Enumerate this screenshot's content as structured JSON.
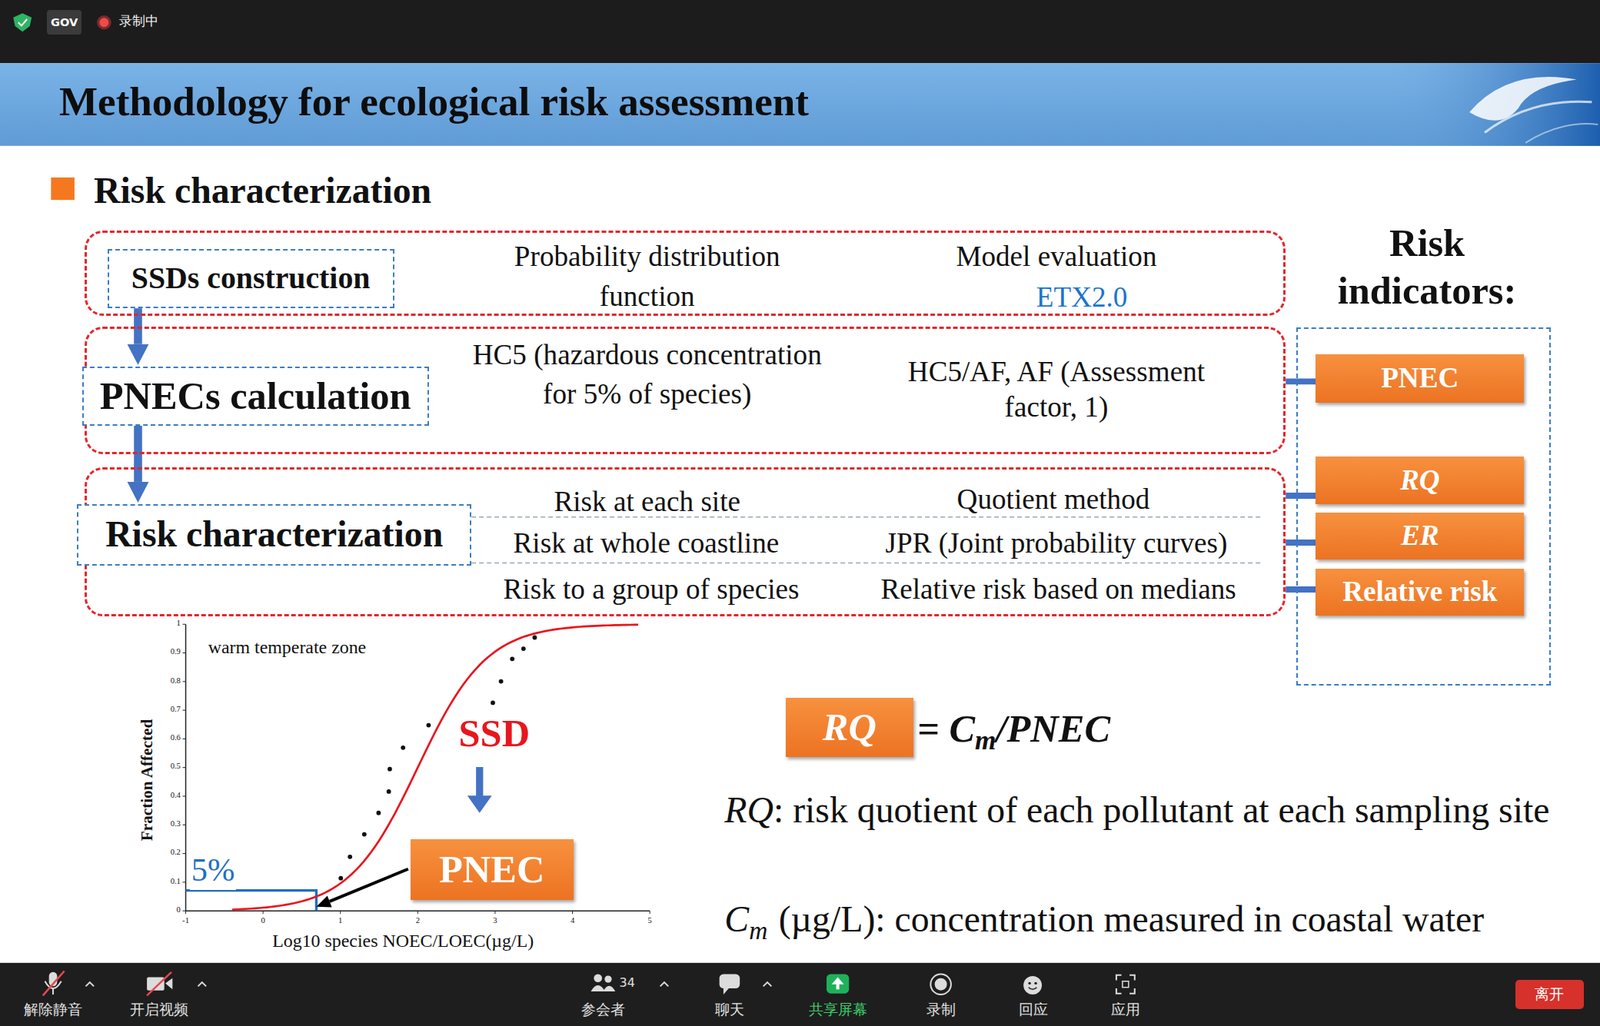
{
  "diagram": {
    "title": "Methodology for ecological risk assessment",
    "nodes": [
      {
        "text": [
          "GOV"
        ]
      },
      {
        "text": [
          "Probability distribution function",
          "Model evaluation",
          "ETX2.0"
        ]
      },
      {
        "text": [
          "SSDs construction"
        ],
        "in": 1
      },
      {
        "text": [
          "HC5 (hazardous concentration for 5% of species)",
          "HC5/AF, AF (Assessment factor, 1)"
        ]
      },
      {
        "text": [
          "PNECs calculation"
        ],
        "in": 3
      },
      {
        "text": [
          "Risk at each site",
          "Quotient method",
          "Risk at whole coastline",
          "JPR (Joint probability curves)",
          "Risk to a group of species",
          "Relative risk based on medians"
        ]
      },
      {
        "text": [
          "Risk characterization"
        ],
        "in": 5
      },
      {
        "text": [
          "Risk indicators:"
        ]
      },
      {
        "text": [
          "PNEC"
        ],
        "in": 7
      },
      {
        "text": [
          "RQ"
        ],
        "in": 7
      },
      {
        "text": [
          "ER"
        ],
        "in": 7
      },
      {
        "text": [
          "Relative risk"
        ],
        "in": 7
      },
      {
        "text": [
          "PNEC"
        ]
      },
      {
        "text": [
          "RQ"
        ]
      },
      {
        "text": [
          "离开"
        ]
      }
    ],
    "edges": [
      {
        "from": 2,
        "to": 4,
        "arrow": "to"
      },
      {
        "from": 4,
        "to": 6,
        "arrow": "to"
      },
      {
        "from": 3,
        "to": 8,
        "arrow": "none"
      },
      {
        "from": 5,
        "to": 9,
        "arrow": "none"
      },
      {
        "from": 5,
        "to": 10,
        "arrow": "none"
      },
      {
        "from": 5,
        "to": 11,
        "arrow": "none"
      }
    ],
    "labels": [
      "录制中",
      "Risk characterization",
      "warm temperate zone",
      "Fraction Affected",
      "1",
      "0.9",
      "0.8",
      "0.7",
      "0.6",
      "0.5",
      "0.4",
      "0.3",
      "0.2",
      "0.1",
      "0",
      "-1",
      "0",
      "1",
      "2",
      "3",
      "4",
      "5",
      "Log10 species NOEC/LOEC(µg/L)",
      "5%",
      "SSD",
      "= C",
      "m",
      "/PNEC",
      "RQ",
      ": risk quotient of each pollutant at each sampling site",
      "C",
      "m",
      "(µg/L): concentration measured in coastal water",
      "解除静音",
      "开启视频",
      "34",
      "参会者",
      "聊天",
      "共享屏幕",
      "录制",
      "回应",
      "应用"
    ]
  }
}
